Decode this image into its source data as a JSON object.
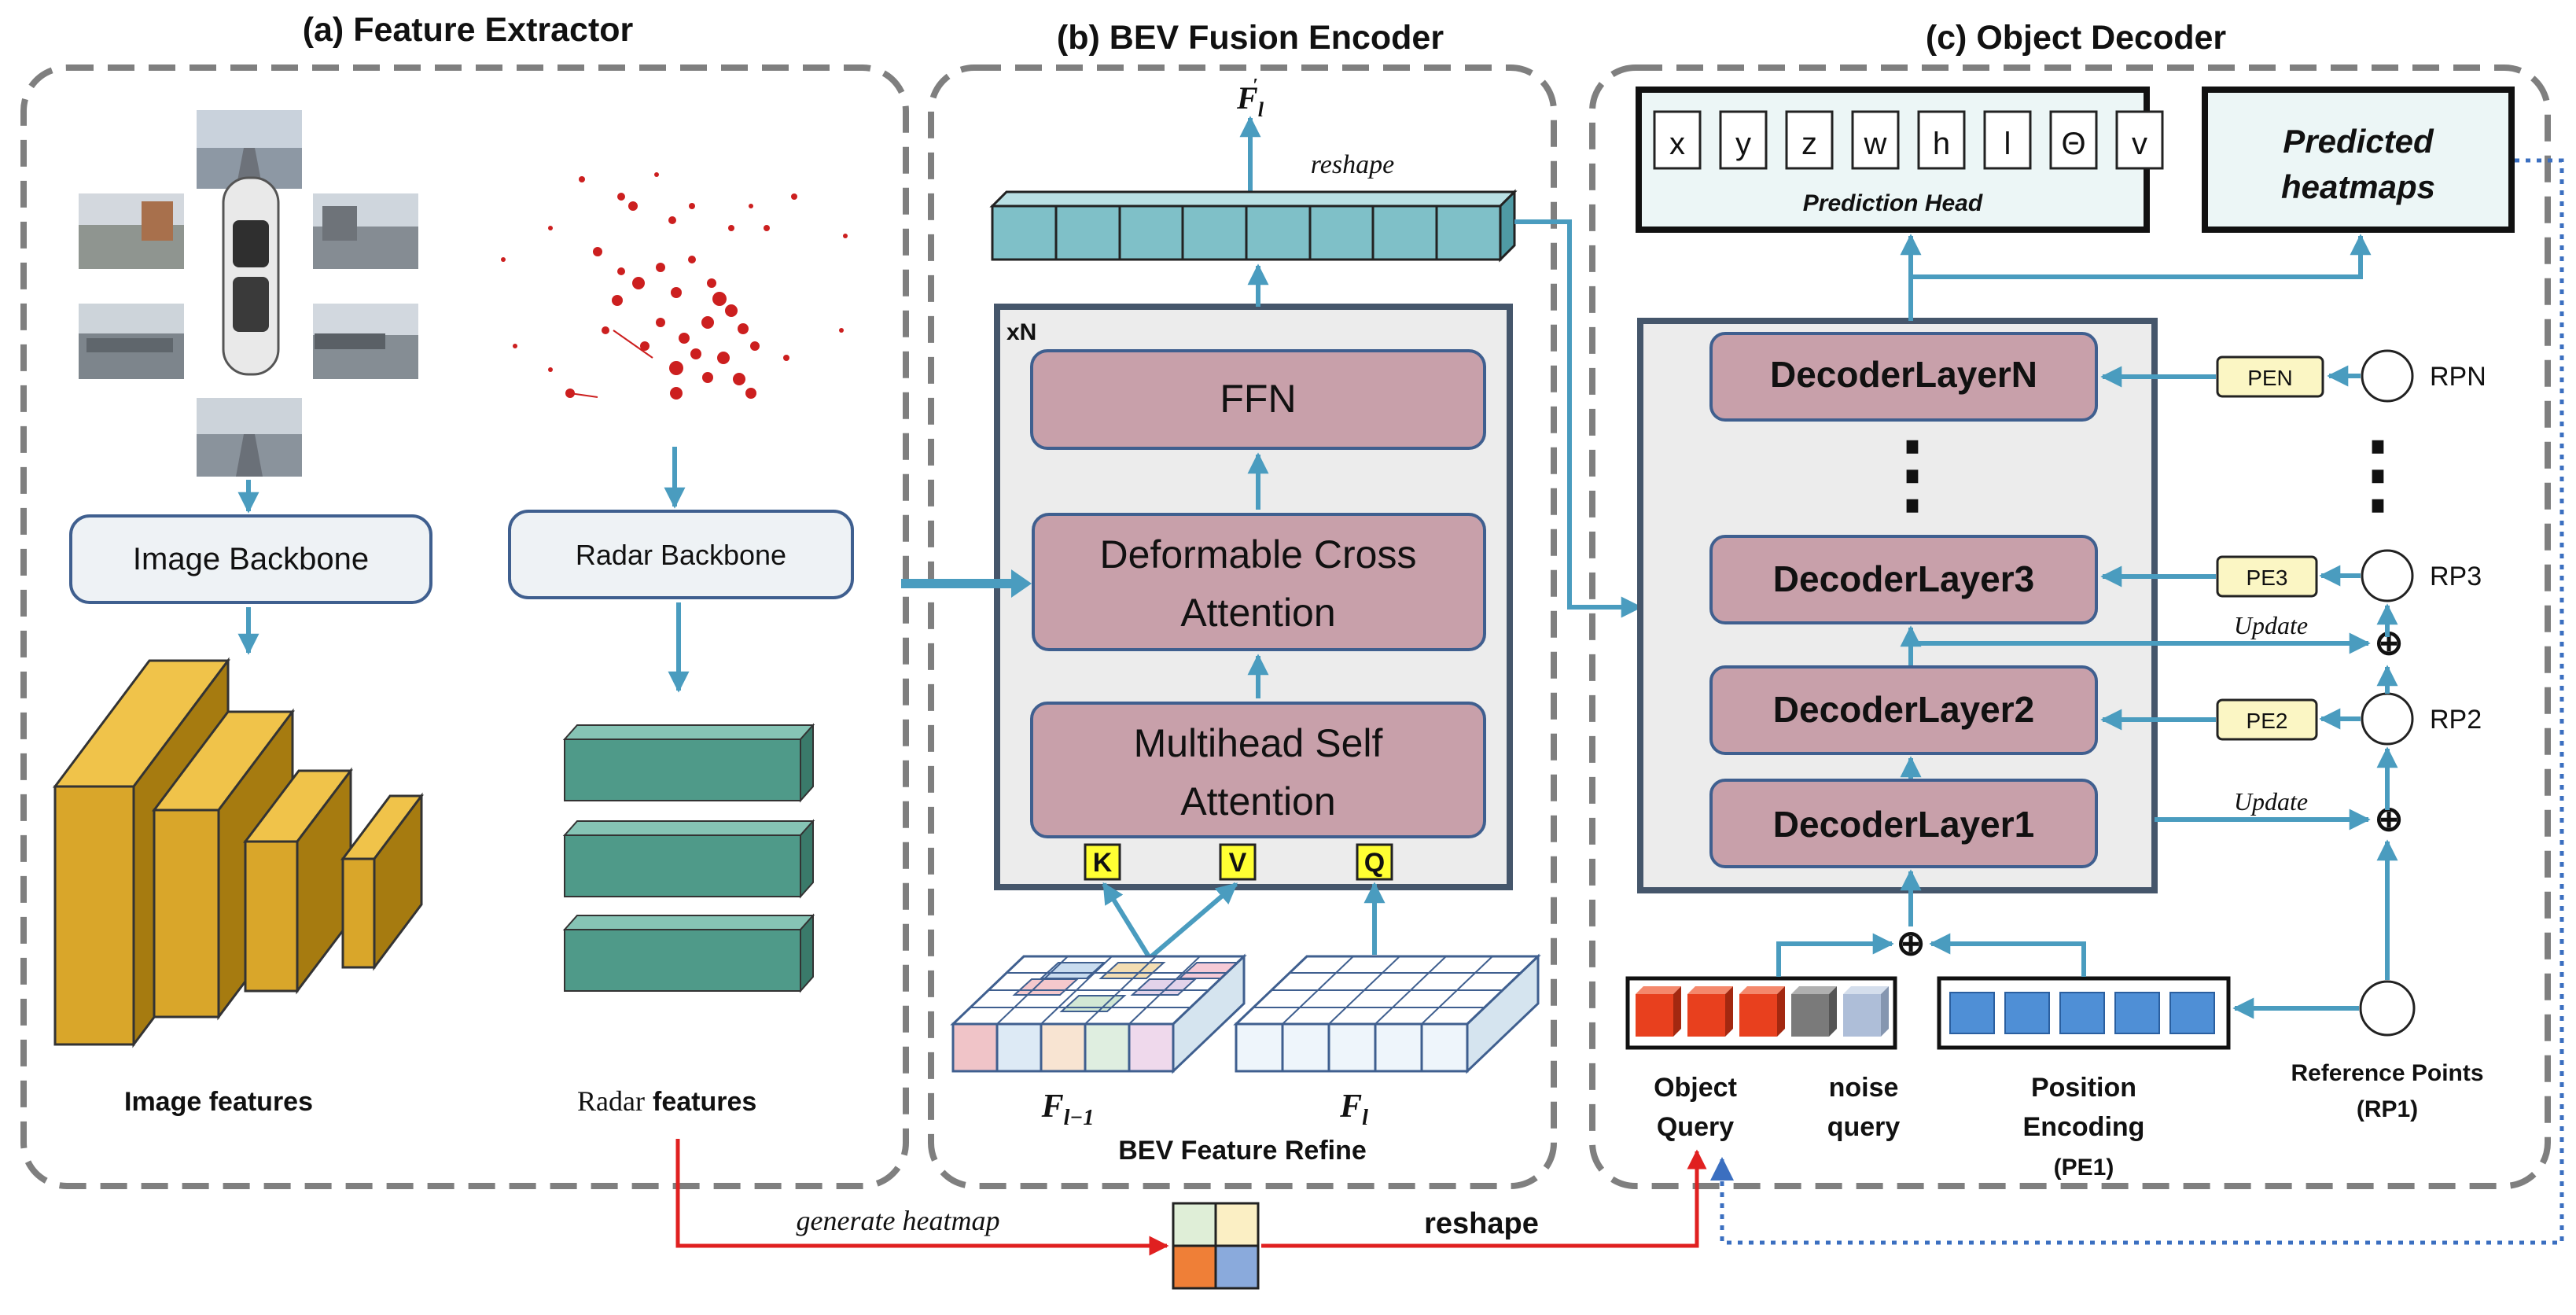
{
  "panels": {
    "a_title": "(a) Feature Extractor",
    "b_title": "(b) BEV Fusion Encoder",
    "c_title": "(c) Object Decoder"
  },
  "feature_extractor": {
    "image_backbone": "Image Backbone",
    "radar_backbone": "Radar Backbone",
    "image_features": "Image features",
    "radar_features_prefix": "Radar",
    "radar_features_suffix": "features"
  },
  "encoder": {
    "repeat_label": "xN",
    "ffn": "FFN",
    "deformable_line1": "Deformable Cross",
    "deformable_line2": "Attention",
    "mhsa_line1": "Multihead Self",
    "mhsa_line2": "Attention",
    "key": "K",
    "value": "V",
    "query": "Q",
    "reshape": "reshape",
    "output_symbol": "F",
    "output_sub": "l",
    "output_prime": "′",
    "prev_symbol": "F",
    "prev_sub": "l−1",
    "cur_symbol": "F",
    "cur_sub": "l",
    "refine_label": "BEV Feature Refine"
  },
  "decoder": {
    "head_values": [
      "x",
      "y",
      "z",
      "w",
      "h",
      "l",
      "Θ",
      "v"
    ],
    "prediction_head": "Prediction Head",
    "heatmaps_line1": "Predicted",
    "heatmaps_line2": "heatmaps",
    "layers": [
      "DecoderLayerN",
      "DecoderLayer3",
      "DecoderLayer2",
      "DecoderLayer1"
    ],
    "ellipsis": "⋮",
    "pe_labels": [
      "PEN",
      "PE3",
      "PE2"
    ],
    "rp_labels": [
      "RPN",
      "RP3",
      "RP2"
    ],
    "update_1": "Update",
    "update_2": "Update",
    "plus": "⊕",
    "object_query_line1": "Object",
    "object_query_line2": "Query",
    "noise_query_line1": "noise",
    "noise_query_line2": "query",
    "position_line1": "Position",
    "position_line2": "Encoding",
    "position_line3": "(PE1)",
    "ref_line1": "Reference Points",
    "ref_line2": "(RP1)"
  },
  "bottom": {
    "generate_heatmap": "generate heatmap",
    "reshape": "reshape"
  },
  "colors": {
    "arrow_blue": "#4a9cbf",
    "arrow_red": "#e02020",
    "layer_pink": "#c8a0aa",
    "backbone_fill": "#eef2f5",
    "image_feature_gold": "#d9a62a",
    "radar_feature_teal": "#4f9a89",
    "bev_token_teal": "#7fc0c8",
    "object_query_red": "#e8401e",
    "position_blue": "#4f8fd6",
    "kvq_yellow": "#ffff33"
  },
  "icons": [
    "camera-thumbnail-icon",
    "car-top-view-icon",
    "radar-point-cloud-icon"
  ]
}
